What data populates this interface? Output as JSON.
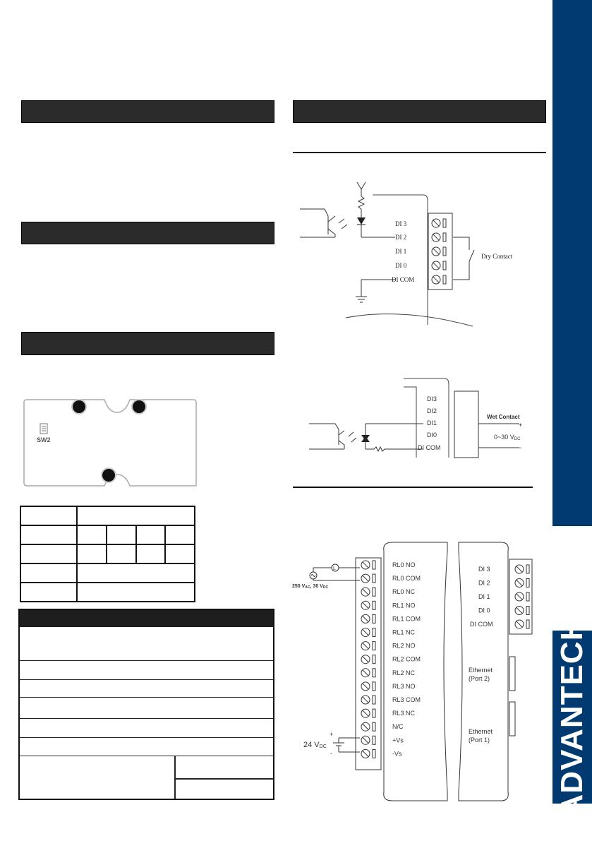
{
  "brand": {
    "logo_text": "ADVANTECH",
    "color": "#003a70"
  },
  "diagrams": {
    "dry_contact": {
      "channels": [
        "DI 3",
        "DI 2",
        "DI 1",
        "DI 0",
        "DI COM"
      ],
      "contact_label": "Dry Contact"
    },
    "wet_contact": {
      "channels": [
        "DI3",
        "DI2",
        "DI1",
        "DI0",
        "DI COM"
      ],
      "contact_label": "Wet Contact",
      "plus": "+",
      "minus": "−",
      "range": "0~30 V",
      "range_sub": "DC"
    },
    "wiring": {
      "relay_terminals": [
        "RL0 NO",
        "RL0 COM",
        "RL0 NC",
        "RL1 NO",
        "RL1 COM",
        "RL1 NC",
        "RL2 NO",
        "RL2 COM",
        "RL2 NC",
        "RL3 NO",
        "RL3 COM",
        "RL3 NC",
        "N/C",
        "+Vs",
        "-Vs"
      ],
      "di_terminals": [
        "DI 3",
        "DI 2",
        "DI 1",
        "DI 0",
        "DI COM"
      ],
      "ethernet_port2": [
        "Ethernet",
        "(Port 2)"
      ],
      "ethernet_port1": [
        "Ethernet",
        "(Port 1)"
      ],
      "load_label": "L",
      "relay_rating": "250 V",
      "relay_rating_ac": "AC",
      "relay_rating_mid": ", 30 V",
      "relay_rating_dc": "DC",
      "supply_voltage": "24 V",
      "supply_sub": "DC",
      "plus": "+",
      "minus": "-"
    },
    "switch_board": {
      "switch_label": "SW2"
    }
  }
}
